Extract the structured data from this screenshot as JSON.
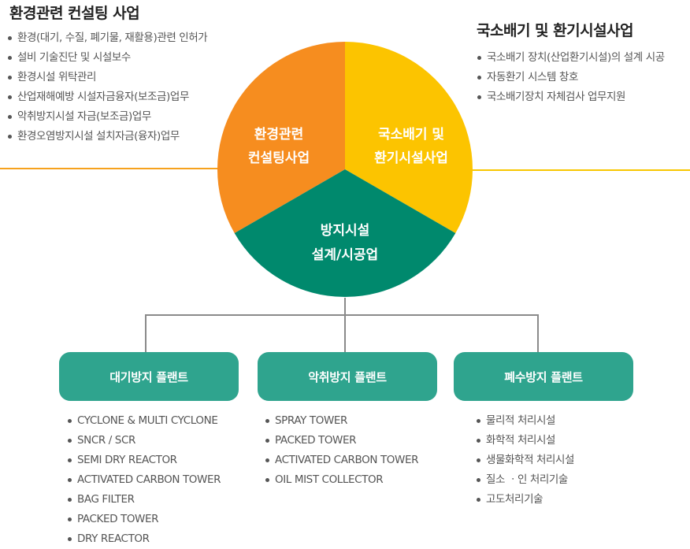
{
  "left_section": {
    "title": "환경관련 컨설팅 사업",
    "items": [
      "환경(대기, 수질, 폐기물, 재활용)관련 인허가",
      "설비 기술진단 및 시설보수",
      "환경시설 위탁관리",
      "산업재해예방 시설자금융자(보조금)업무",
      "악취방지시설 자금(보조금)업무",
      "환경오염방지시설 설치자금(융자)업무"
    ]
  },
  "right_section": {
    "title": "국소배기 및 환기시설사업",
    "items": [
      "국소배기 장치(산업환기시설)의 설계 시공",
      "자동환기 시스템 창호",
      "국소배기장치 자체검사 업무지원"
    ]
  },
  "circle": {
    "segments": [
      {
        "line1": "환경관련",
        "line2": "컨설팅사업",
        "color": "#f68d1f"
      },
      {
        "line1": "국소배기 및",
        "line2": "환기시설사업",
        "color": "#fcc400"
      },
      {
        "line1": "방지시설",
        "line2": "설계/시공업",
        "color": "#00896d"
      }
    ]
  },
  "plants": [
    {
      "label": "대기방지 플랜트",
      "items": [
        "CYCLONE & MULTI CYCLONE",
        "SNCR / SCR",
        "SEMI DRY REACTOR",
        "ACTIVATED CARBON TOWER",
        "BAG FILTER",
        "PACKED TOWER",
        "DRY REACTOR"
      ]
    },
    {
      "label": "악취방지 플랜트",
      "items": [
        "SPRAY TOWER",
        "PACKED TOWER",
        "ACTIVATED CARBON TOWER",
        "OIL MIST COLLECTOR"
      ]
    },
    {
      "label": "폐수방지 플랜트",
      "items": [
        "물리적 처리시설",
        "화학적 처리시설",
        "생물화학적 처리시설",
        "질소 ㆍ인 처리기술",
        "고도처리기술"
      ]
    }
  ],
  "colors": {
    "orange": "#f68d1f",
    "yellow": "#fcc400",
    "green": "#00896d",
    "plant_box": "#2fa48e",
    "connector": "#8a8a8a"
  }
}
